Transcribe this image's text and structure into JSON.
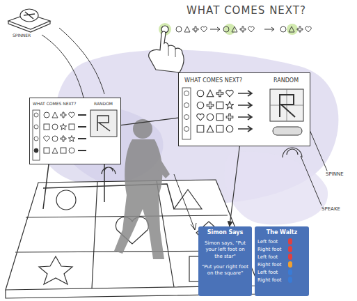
{
  "diagram": {
    "title": "WHAT COMES NEXT?",
    "nodes": [
      {
        "text": [
          "WHAT COMES NEXT?",
          "RANDOM"
        ]
      },
      {
        "text": [
          "WHAT COMES NEXT?",
          "RANDOM"
        ]
      },
      {
        "text": [
          "Simon Says",
          "Simon says, \"Put your left foot on the star\"",
          "\"Put your right foot on the square\""
        ]
      },
      {
        "text": [
          "The Waltz",
          "Left foot",
          "Right foot",
          "Left foot",
          "Right foot",
          "Left foot",
          "Right foot"
        ]
      }
    ],
    "edges": [
      {
        "from": 0,
        "to": 1,
        "arrow": "none"
      },
      {
        "from": 1,
        "to": 2,
        "arrow": "to"
      }
    ],
    "labels": [
      "SPINNER",
      "SPINNE",
      "SPEAKE"
    ]
  }
}
